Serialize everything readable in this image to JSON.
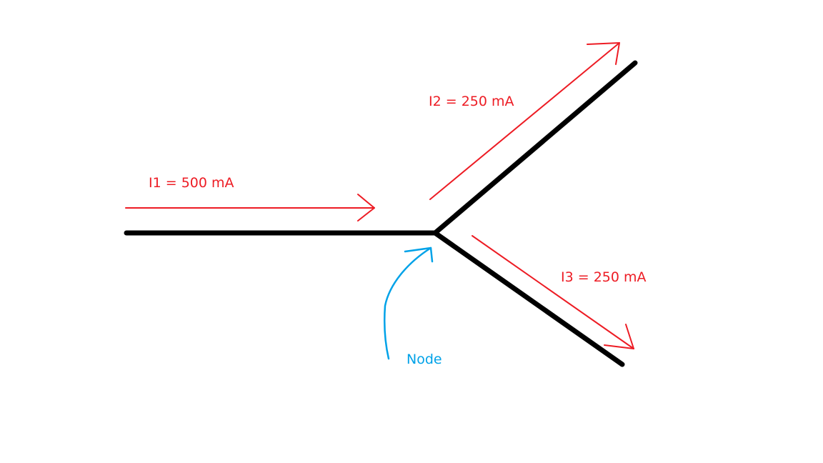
{
  "colors": {
    "background": "#ffffff",
    "wire": "#000000",
    "current": "#ed1c24",
    "node": "#00a2e8"
  },
  "labels": {
    "i1": "I1 = 500 mA",
    "i2": "I2 = 250 mA",
    "i3": "I3 = 250 mA",
    "node": "Node"
  }
}
